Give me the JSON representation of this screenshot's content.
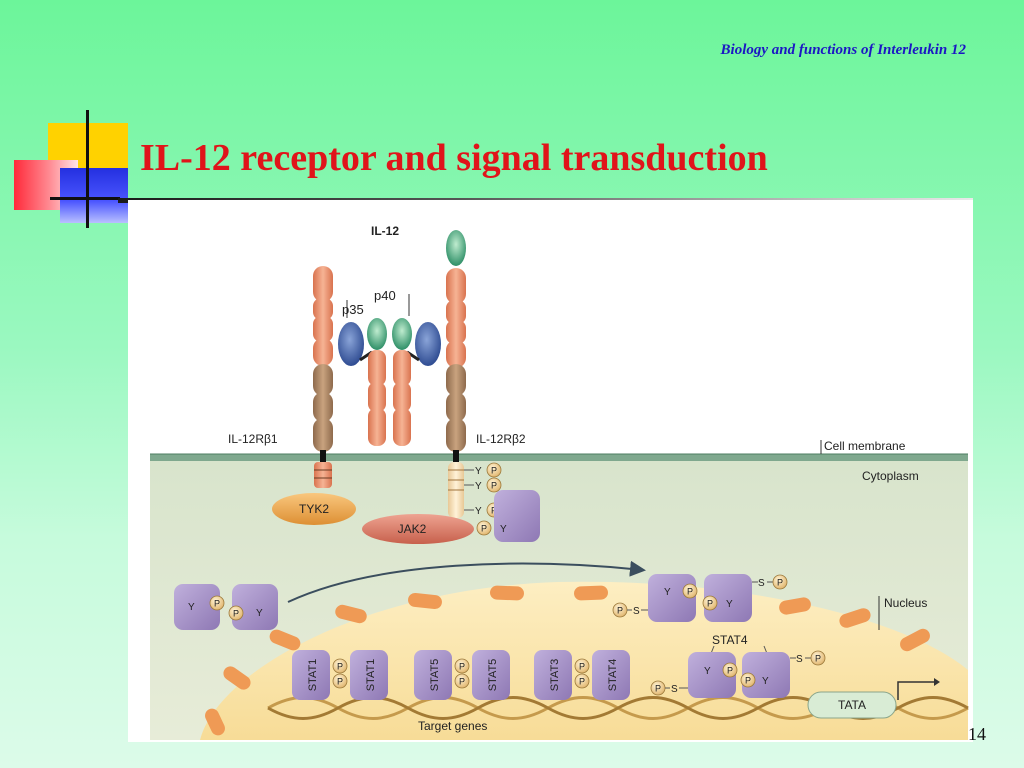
{
  "slide": {
    "header": "Biology and functions of Interleukin 12",
    "title": "IL-12 receptor and signal transduction",
    "number": "14"
  },
  "diagram": {
    "ligand": "IL-12",
    "subunit_p40": "p40",
    "subunit_p35": "p35",
    "receptor_b1": "IL-12Rβ1",
    "receptor_b2": "IL-12Rβ2",
    "cell_membrane": "Cell membrane",
    "cytoplasm": "Cytoplasm",
    "nucleus": "Nucleus",
    "kinase_tyk2": "TYK2",
    "kinase_jak2": "JAK2",
    "tyrosine": "Y",
    "serine": "S",
    "phosphate": "P",
    "stat4_label": "STAT4",
    "dimers": [
      {
        "left": "STAT1",
        "right": "STAT1"
      },
      {
        "left": "STAT5",
        "right": "STAT5"
      },
      {
        "left": "STAT3",
        "right": "STAT4"
      }
    ],
    "tata": "TATA",
    "target_genes": "Target genes",
    "colors": {
      "membrane": "#7fa88e",
      "cytoplasm": "#dfe8d2",
      "nucleus": "#fbe7b0",
      "stat": "#a995c6",
      "tyk2": "#eea954",
      "jak2": "#d9806e",
      "receptor": "#ef9f7e",
      "p40": "#3f9e78",
      "p35": "#3f5fa3"
    }
  }
}
